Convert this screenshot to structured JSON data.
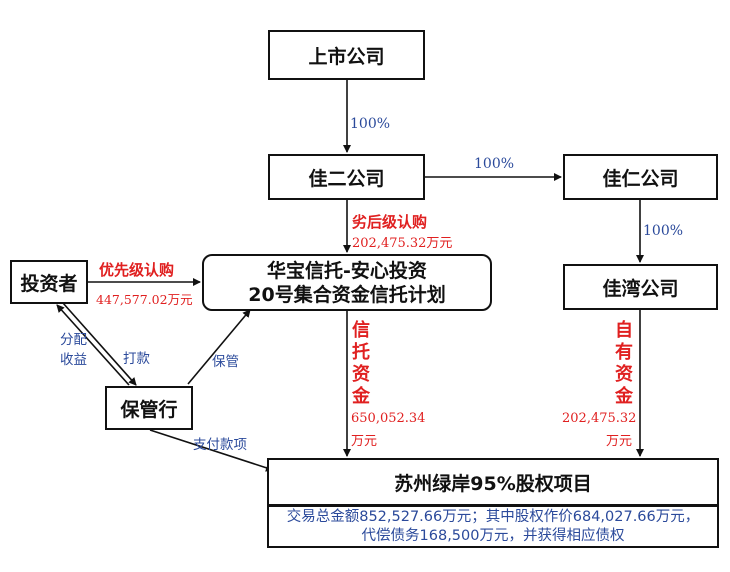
{
  "nodes": {
    "listed_company": "上市公司",
    "jiaer": "佳二公司",
    "jiaren": "佳仁公司",
    "jiawan": "佳湾公司",
    "investor": "投资者",
    "trust_line1": "华宝信托-安心投资",
    "trust_line2": "20号集合资金信托计划",
    "custodian": "保管行",
    "project": "苏州绿岸95%股权项目",
    "project_line1": "交易总金额852,527.66万元；其中股权作价684,027.66万元，",
    "project_line2": "代偿债务168,500万元，并获得相应债权"
  },
  "edge_labels": {
    "listed_to_jiaer": "100%",
    "jiaer_to_jiaren": "100%",
    "jiaren_to_jiawan": "100%",
    "subordinated": "劣后级认购",
    "subordinated_amount": "202,475.32万元",
    "priority": "优先级认购",
    "priority_amount": "447,577.02万元",
    "distribution_1": "分配",
    "distribution_2": "收益",
    "payment": "打款",
    "custody": "保管",
    "payment_items": "支付款项",
    "trust_funds": "信托资金",
    "trust_funds_amount_1": "650,052.34",
    "trust_funds_amount_2": "万元",
    "own_funds": "自有资金",
    "own_funds_amount_1": "202,475.32",
    "own_funds_amount_2": "万元"
  }
}
